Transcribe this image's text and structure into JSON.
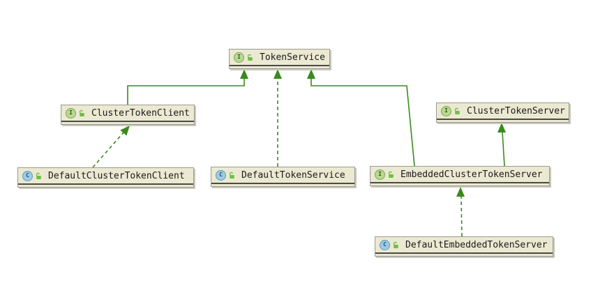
{
  "diagram": {
    "background_color": "#ffffff",
    "edge_color": "#3a8a1c",
    "node_fill_color": "#ece9d2",
    "interface_icon_color": "#b9d893",
    "class_icon_color": "#9ecbe3",
    "lock_icon_color": "#6fbe44",
    "nodes": [
      {
        "id": "token-service",
        "label": "TokenService",
        "kind": "interface",
        "icon_letter": "I"
      },
      {
        "id": "cluster-token-client",
        "label": "ClusterTokenClient",
        "kind": "interface",
        "icon_letter": "I"
      },
      {
        "id": "cluster-token-server",
        "label": "ClusterTokenServer",
        "kind": "interface",
        "icon_letter": "I"
      },
      {
        "id": "default-cluster-token-client",
        "label": "DefaultClusterTokenClient",
        "kind": "class",
        "icon_letter": "C"
      },
      {
        "id": "default-token-service",
        "label": "DefaultTokenService",
        "kind": "class",
        "icon_letter": "C"
      },
      {
        "id": "embedded-cluster-token-server",
        "label": "EmbeddedClusterTokenServer",
        "kind": "interface",
        "icon_letter": "I"
      },
      {
        "id": "default-embedded-token-server",
        "label": "DefaultEmbeddedTokenServer",
        "kind": "class",
        "icon_letter": "C"
      }
    ],
    "edges": [
      {
        "from": "cluster-token-client",
        "to": "token-service",
        "relation": "extends",
        "line": "solid"
      },
      {
        "from": "default-token-service",
        "to": "token-service",
        "relation": "implements",
        "line": "dashed"
      },
      {
        "from": "embedded-cluster-token-server",
        "to": "token-service",
        "relation": "extends",
        "line": "solid"
      },
      {
        "from": "embedded-cluster-token-server",
        "to": "cluster-token-server",
        "relation": "extends",
        "line": "solid"
      },
      {
        "from": "default-cluster-token-client",
        "to": "cluster-token-client",
        "relation": "implements",
        "line": "dashed"
      },
      {
        "from": "default-embedded-token-server",
        "to": "embedded-cluster-token-server",
        "relation": "implements",
        "line": "dashed"
      }
    ]
  }
}
